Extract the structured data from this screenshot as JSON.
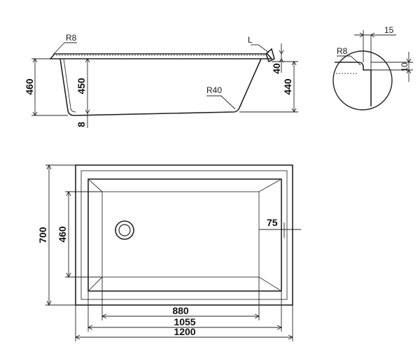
{
  "side_view": {
    "r8": "R8",
    "r40": "R40",
    "l": "L",
    "h460": "460",
    "h450": "450",
    "h440": "440",
    "d40": "40",
    "d8": "8"
  },
  "detail_view": {
    "d15": "15",
    "r8": "R8",
    "d10": "10"
  },
  "plan_view": {
    "w880": "880",
    "w1055": "1055",
    "w1200": "1200",
    "h700": "700",
    "h460": "460",
    "d75": "75"
  }
}
